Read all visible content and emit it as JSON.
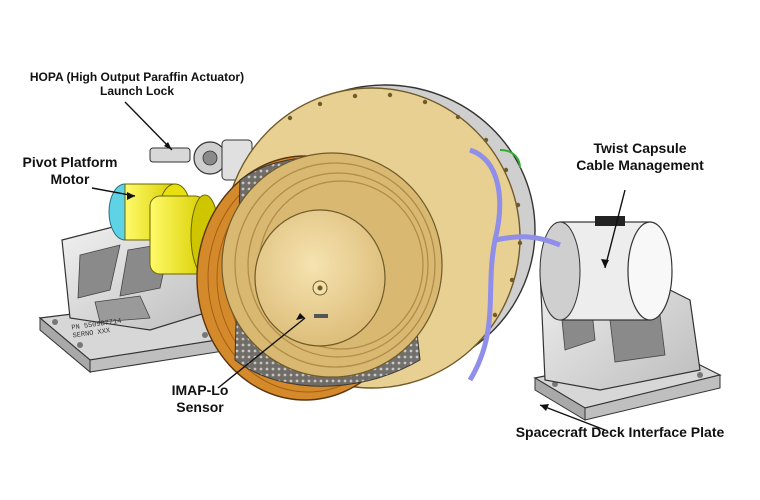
{
  "labels": {
    "hopa_line1": "HOPA (High Output Paraffin Actuator)",
    "hopa_line2": "Launch Lock",
    "pivot_line1": "Pivot Platform",
    "pivot_line2": "Motor",
    "twist_line1": "Twist Capsule",
    "twist_line2": "Cable Management",
    "imap_line1": "IMAP-Lo",
    "imap_line2": "Sensor",
    "deck_label": "Spacecraft Deck Interface Plate"
  },
  "part_marking": {
    "line1": "PN 5509B7714",
    "line2": "SERNO XXX"
  },
  "colors": {
    "gold": "#e8cf92",
    "gold_dark": "#c9a45e",
    "copper": "#d4892a",
    "yellow_motor": "#f2ec1e",
    "cyan": "#5fd3e6",
    "silver": "#dcdcdc",
    "blue_cable": "#8f8ee8",
    "green_cable": "#2fae2f"
  }
}
